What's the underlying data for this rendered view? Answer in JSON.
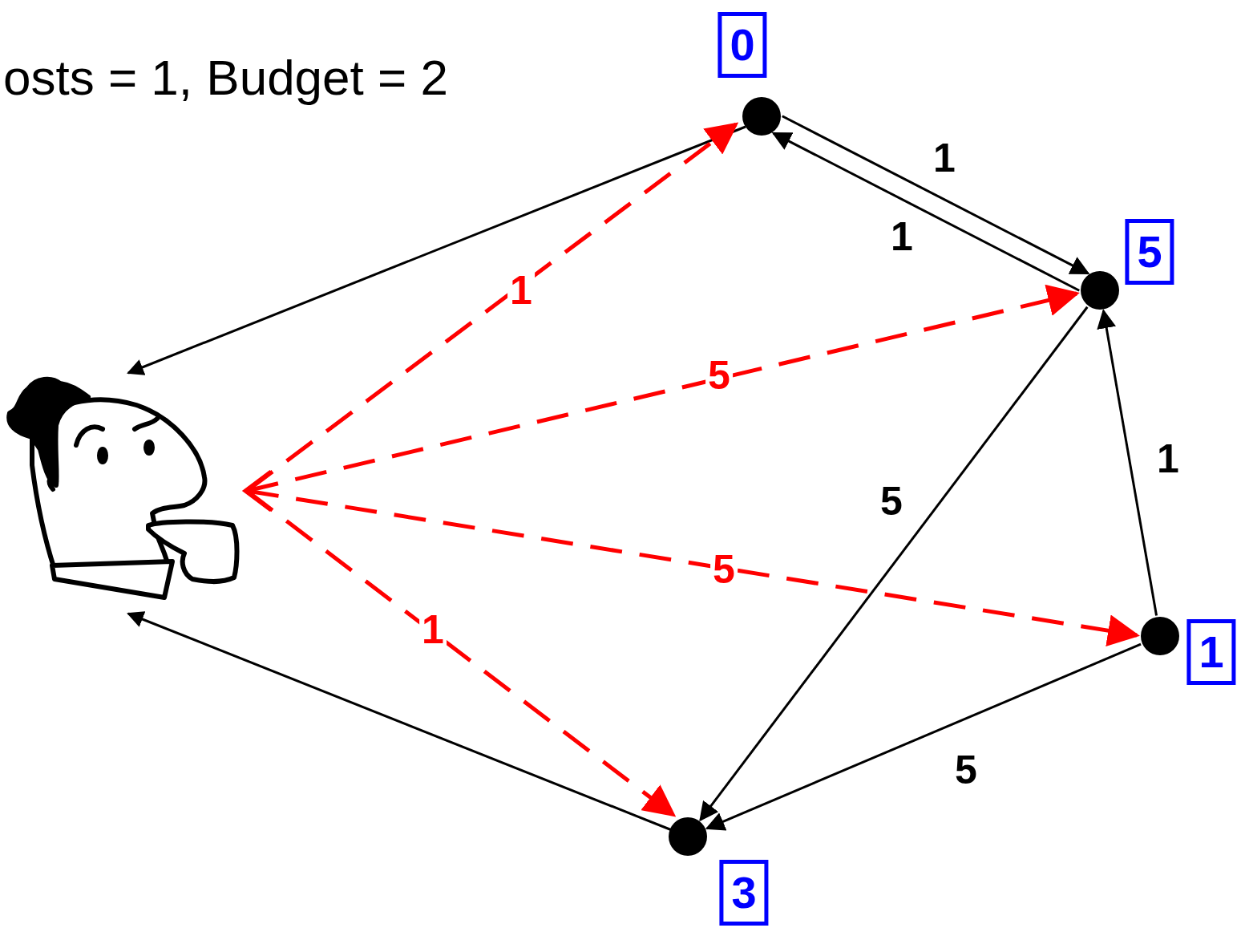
{
  "diagram": {
    "nodes": [
      {
        "text": [
          "0"
        ]
      },
      {
        "text": [
          "5"
        ]
      },
      {
        "text": [
          "1"
        ]
      },
      {
        "text": [
          "3"
        ]
      }
    ],
    "edges": [
      {
        "from": 0,
        "to": 1,
        "arrow": "to",
        "label": "1"
      },
      {
        "from": 1,
        "to": 0,
        "arrow": "to",
        "label": "1"
      },
      {
        "from": 1,
        "to": 3,
        "arrow": "to",
        "label": "5"
      },
      {
        "from": 2,
        "to": 1,
        "arrow": "to",
        "label": "1"
      },
      {
        "from": 2,
        "to": 3,
        "arrow": "to",
        "label": "5"
      }
    ],
    "labels": [
      "osts = 1, Budget = 2",
      "1",
      "5",
      "5",
      "1"
    ]
  }
}
